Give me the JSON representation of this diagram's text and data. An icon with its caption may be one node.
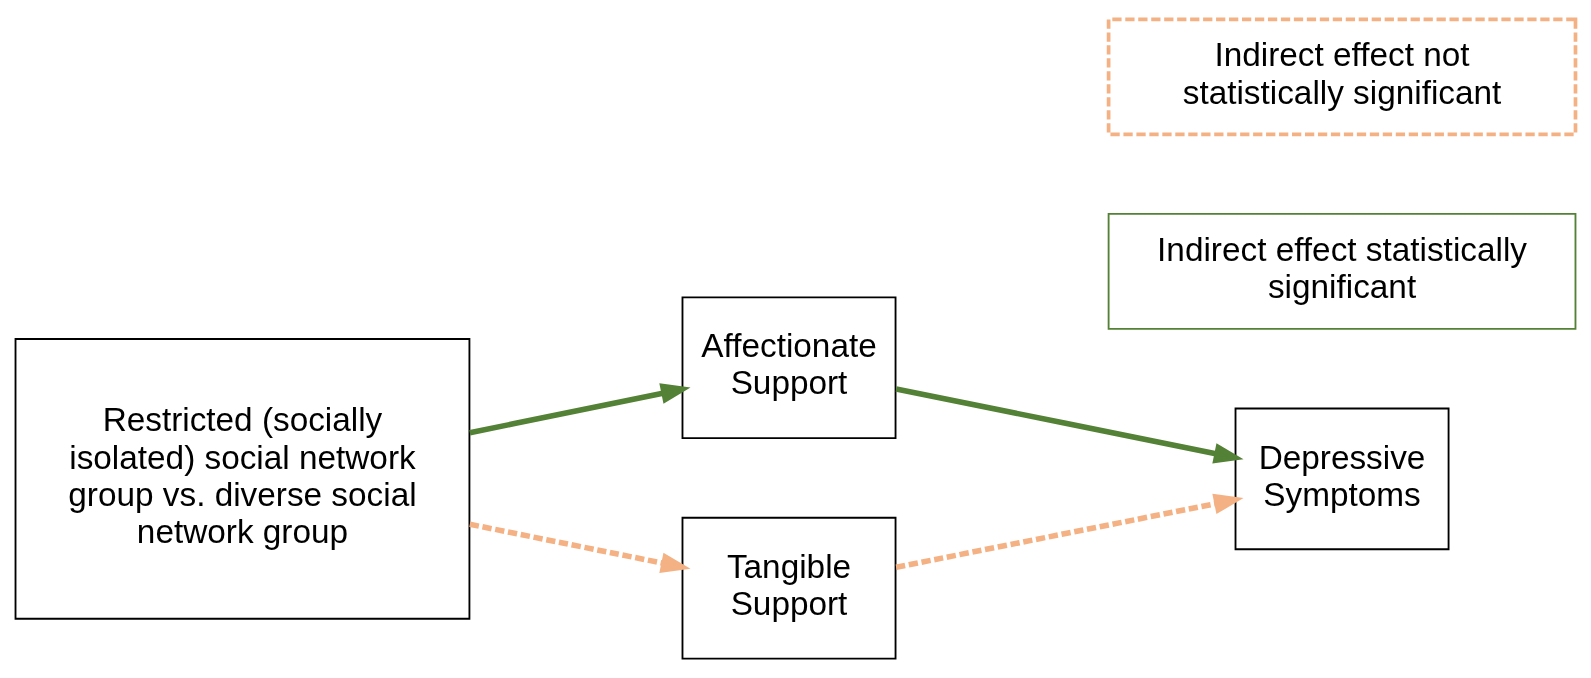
{
  "diagram": {
    "nodes": [
      {
        "text": [
          "Restricted (socially isolated) social network group vs. diverse social network group"
        ]
      },
      {
        "text": [
          "Affectionate Support"
        ]
      },
      {
        "text": [
          "Depressive Symptoms"
        ]
      },
      {
        "text": [
          "Tangible Support"
        ]
      },
      {
        "text": [
          "Indirect effect statistically significant"
        ]
      },
      {
        "text": [
          "Indirect effect not statistically significant"
        ]
      }
    ],
    "edges": [
      {
        "from": 0,
        "to": 1,
        "arrow": "to",
        "color": "#538135"
      },
      {
        "from": 1,
        "to": 2,
        "arrow": "to",
        "color": "#538135"
      },
      {
        "from": 0,
        "to": 3,
        "arrow": "to",
        "style": "dashed",
        "color": "#f4b183"
      },
      {
        "from": 3,
        "to": 2,
        "arrow": "to",
        "style": "dashed",
        "color": "#f4b183"
      }
    ]
  }
}
